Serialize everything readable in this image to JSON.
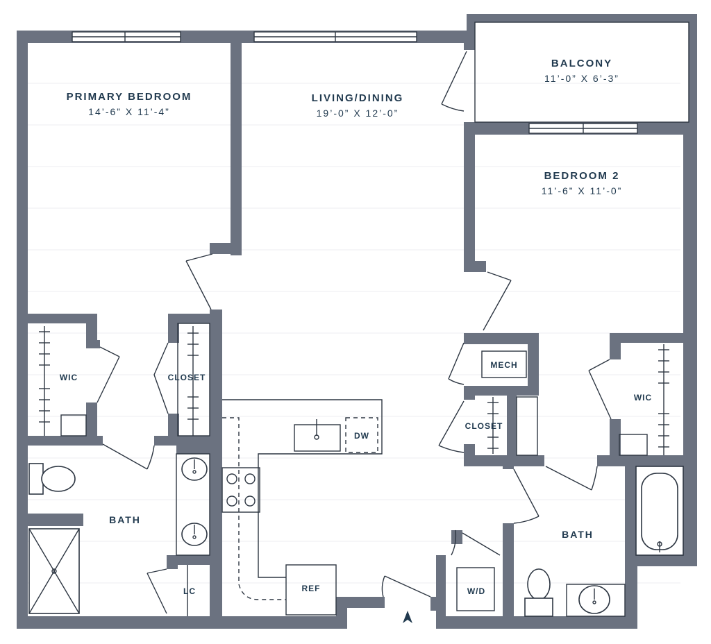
{
  "rooms": {
    "primary_bedroom": {
      "name": "PRIMARY BEDROOM",
      "size": "14’-6” X 11’-4”"
    },
    "living_dining": {
      "name": "LIVING/DINING",
      "size": "19’-0” X 12’-0”"
    },
    "balcony": {
      "name": "BALCONY",
      "size": "11’-0” X 6’-3”"
    },
    "bedroom_2": {
      "name": "BEDROOM 2",
      "size": "11’-6” X 11’-0”"
    },
    "wic_left": "WIC",
    "closet_left": "CLOSET",
    "bath_left": "BATH",
    "lc": "LC",
    "mech": "MECH",
    "closet_right": "CLOSET",
    "wic_right": "WIC",
    "bath_right": "BATH",
    "wd": "W/D"
  },
  "appliances": {
    "dw": "DW",
    "ref": "REF"
  },
  "colors": {
    "wall": "#6b7280",
    "text": "#213a4f"
  }
}
